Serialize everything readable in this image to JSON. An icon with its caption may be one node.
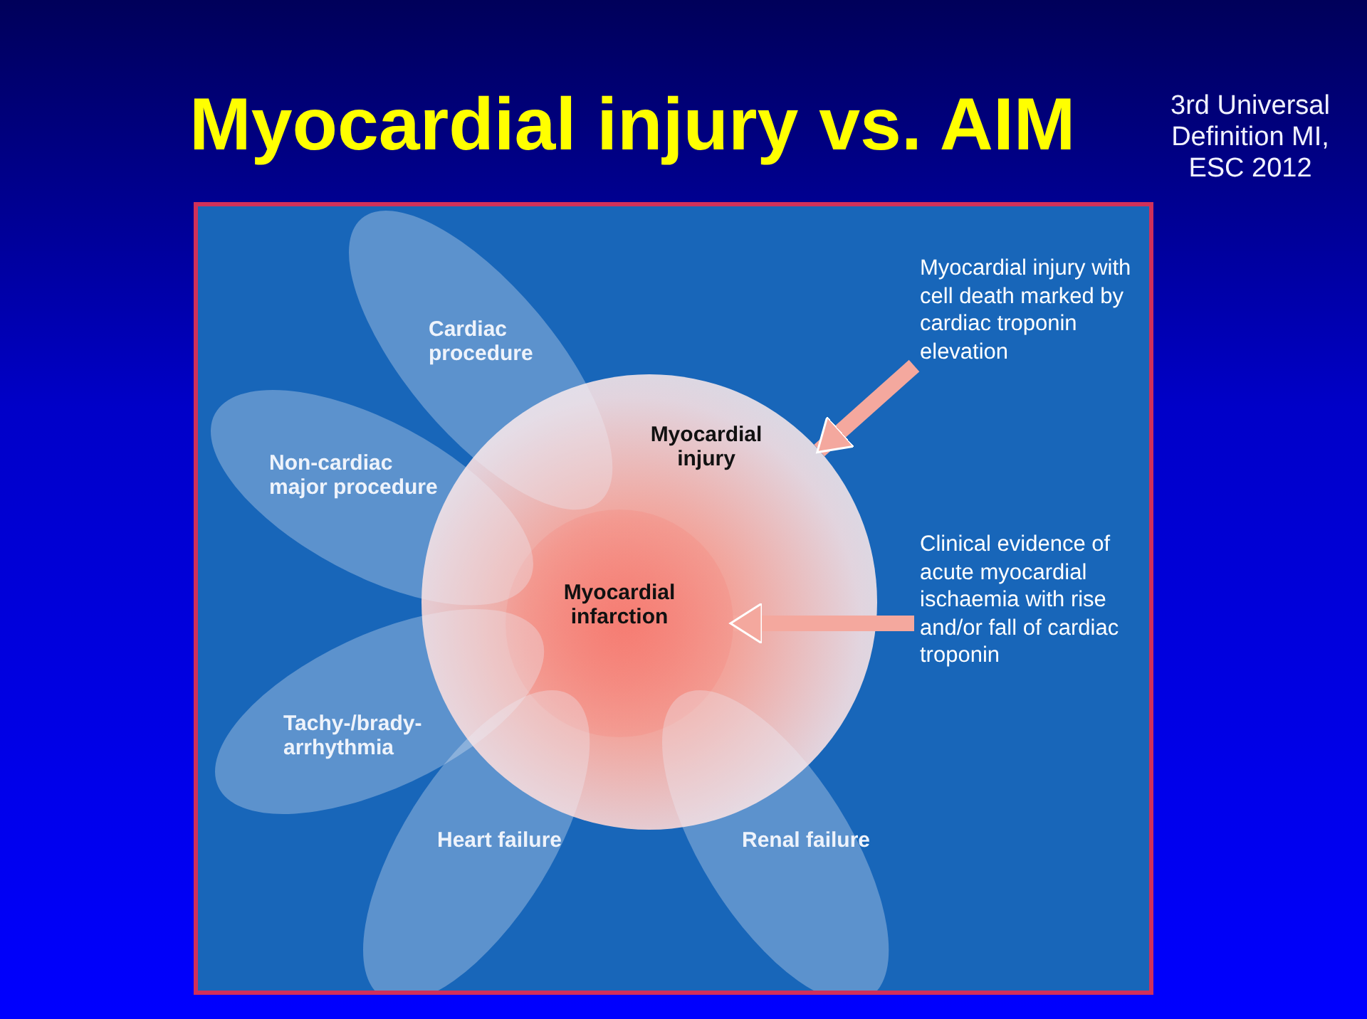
{
  "diagram": {
    "title": "Myocardial injury vs. AIM",
    "nodes": [
      {
        "text": [
          "Myocardial injury"
        ]
      },
      {
        "text": [
          "Myocardial infarction"
        ],
        "in": 0
      },
      {
        "text": [
          "Cardiac procedure"
        ]
      },
      {
        "text": [
          "Non-cardiac major procedure"
        ]
      },
      {
        "text": [
          "Tachy-/brady-arrhythmia"
        ]
      },
      {
        "text": [
          "Heart failure"
        ]
      },
      {
        "text": [
          "Renal failure"
        ]
      },
      {
        "text": [
          "Myocardial injury with cell death marked by cardiac troponin elevation"
        ]
      },
      {
        "text": [
          "Clinical evidence of acute myocardial ischaemia with rise and/or fall of cardiac troponin"
        ]
      }
    ],
    "edges": [
      {
        "from": 7,
        "to": 0,
        "arrow": "to"
      },
      {
        "from": 8,
        "to": 1,
        "arrow": "to"
      }
    ],
    "labels": [
      "3rd Universal Definition MI, ESC 2012"
    ]
  }
}
